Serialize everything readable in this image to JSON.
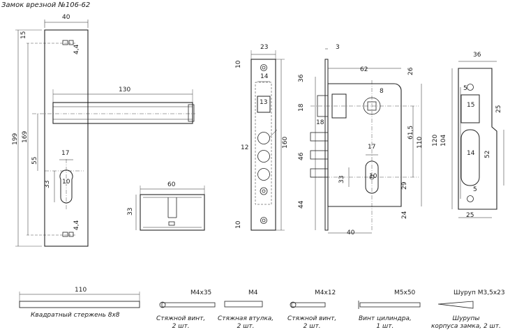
{
  "title": "Замок врезной №106-62",
  "faceplate": {
    "dim_width": "40",
    "dim_total_height": "199",
    "dim_holes_span": "169",
    "dim_top_offset": "15",
    "dim_hole_top": "4,4",
    "dim_hole_bottom": "4,4",
    "dim_to_cylinder": "55",
    "dim_cyl_width": "17",
    "dim_cyl_height": "33",
    "dim_cyl_circle": "10"
  },
  "handle": {
    "dim_length": "130"
  },
  "cylinder": {
    "dim_length": "60",
    "dim_height": "33"
  },
  "front_plate": {
    "dim_width": "23",
    "dim_top": "10",
    "dim_bottom": "10",
    "dim_height": "160",
    "dim_square": "14",
    "dim_square_inner": "13",
    "dim_left": "12"
  },
  "lock_body": {
    "dim_plate_thick": "3",
    "dim_width": "62",
    "dim_top_right": "26",
    "dim_top_left": "36",
    "dim_square": "8",
    "dim_bolt_h": "18",
    "dim_bolt_w": "18",
    "dim_bolt_spacing": "46",
    "dim_bottom_left": "44",
    "dim_center_height": "61,5",
    "dim_height": "110",
    "dim_cyl_width": "17",
    "dim_cyl_height": "33",
    "dim_cyl_circle": "10",
    "dim_cyl_bottom": "29",
    "dim_bottom": "24",
    "dim_backset": "40"
  },
  "strike_plate": {
    "dim_width": "36",
    "dim_top": "5",
    "dim_window": "15",
    "dim_right_top": "25",
    "dim_height": "120",
    "dim_holes": "104",
    "dim_slot": "14",
    "dim_slot_height": "52",
    "dim_bottom_hole": "5",
    "dim_bottom_width": "25"
  },
  "parts": [
    {
      "spec": "110",
      "caption": "Квадратный стержень 8х8"
    },
    {
      "spec": "M4х35",
      "caption_line1": "Стяжной винт,",
      "caption_line2": "2 шт."
    },
    {
      "spec": "M4",
      "caption_line1": "Стяжная втулка,",
      "caption_line2": "2 шт."
    },
    {
      "spec": "M4х12",
      "caption_line1": "Стяжной винт,",
      "caption_line2": "2 шт."
    },
    {
      "spec": "M5х50",
      "caption_line1": "Винт цилиндра,",
      "caption_line2": "1 шт."
    },
    {
      "spec": "Шуруп М3,5х23",
      "caption_line1": "Шурупы",
      "caption_line2": "корпуса замка, 2 шт."
    }
  ]
}
